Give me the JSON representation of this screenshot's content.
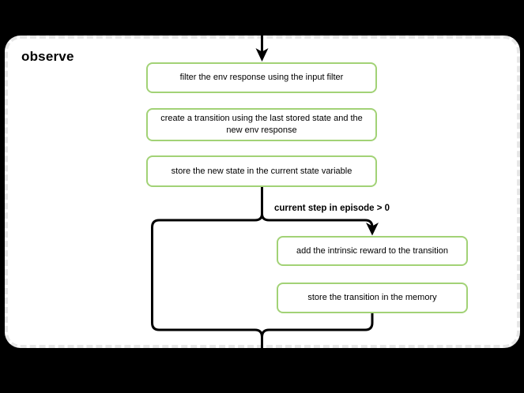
{
  "diagram": {
    "title": "observe",
    "nodes": [
      {
        "id": "filter-env-response",
        "label": "filter the env response using the input filter"
      },
      {
        "id": "create-transition",
        "label": "create a transition using the last stored state and the new env response"
      },
      {
        "id": "store-new-state",
        "label": "store the new state in the current state variable"
      },
      {
        "id": "add-intrinsic-reward",
        "label": "add the intrinsic reward to the transition"
      },
      {
        "id": "store-transition",
        "label": "store the transition in the memory"
      }
    ],
    "condition_label": "current step in episode > 0",
    "colors": {
      "node_border": "#a2d276",
      "node_fill": "#ffffff",
      "connector": "#000000",
      "page_background": "#ffffff",
      "page_border": "#e7e7e7",
      "canvas_background": "#000000",
      "text": "#000000"
    }
  }
}
